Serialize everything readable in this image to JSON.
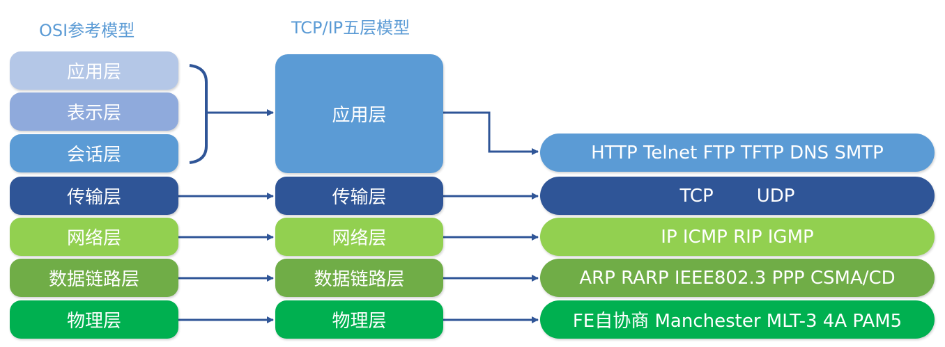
{
  "titles": {
    "osi": "OSI参考模型",
    "tcpip": "TCP/IP五层模型"
  },
  "osi_layers": {
    "application": "应用层",
    "presentation": "表示层",
    "session": "会话层",
    "transport": "传输层",
    "network": "网络层",
    "datalink": "数据链路层",
    "physical": "物理层"
  },
  "tcpip_layers": {
    "application": "应用层",
    "transport": "传输层",
    "network": "网络层",
    "datalink": "数据链路层",
    "physical": "物理层"
  },
  "protocols": {
    "application": "HTTP Telnet FTP TFTP DNS SMTP",
    "transport_tcp": "TCP",
    "transport_udp": "UDP",
    "network": "IP ICMP RIP IGMP",
    "datalink": "ARP RARP IEEE802.3 PPP CSMA/CD",
    "physical": "FE自协商 Manchester MLT-3 4A PAM5"
  },
  "colors": {
    "osi_application": "#b4c7e7",
    "osi_presentation": "#8faadc",
    "session_blue": "#5b9bd5",
    "dark_blue": "#2f5597",
    "light_green": "#92d050",
    "olive_green": "#70ad47",
    "green": "#00b050",
    "arrow": "#2f5597",
    "title": "#5b9bd5"
  }
}
